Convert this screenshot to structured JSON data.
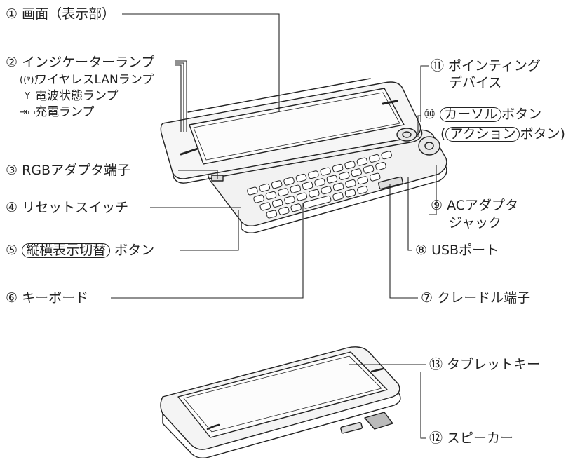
{
  "labels": {
    "screen": "① 画面（表示部）",
    "indicator_lamp": "② インジケーターランプ",
    "wireless_lamp": "ワイヤレスLANランプ",
    "signal_lamp": "電波状態ランプ",
    "charge_lamp": "充電ランプ",
    "rgb_terminal": "③ RGBアダプタ端子",
    "reset_switch": "④ リセットスイッチ",
    "rotate_num": "⑤",
    "rotate_pill": "縦横表示切替",
    "rotate_suffix": "ボタン",
    "keyboard": "⑥ キーボード",
    "cradle_terminal": "⑦ クレードル端子",
    "usb_port": "⑧ USBポート",
    "ac_jack_1": "⑨ ACアダプタ",
    "ac_jack_2": "ジャック",
    "cursor_num": "⑩",
    "cursor_pill": "カーソル",
    "cursor_suffix": "ボタン",
    "action_open": "(",
    "action_pill": "アクション",
    "action_suffix": "ボタン)",
    "pointing_1": "⑪ ポインティング",
    "pointing_2": "デバイス",
    "speaker": "⑫ スピーカー",
    "tablet_key": "⑬ タブレットキー"
  },
  "icons": {
    "wireless": "wireless-lan-icon",
    "signal": "antenna-icon",
    "charge": "battery-charge-icon"
  },
  "colors": {
    "ink": "#222222",
    "device_body": "#f4f4f4",
    "screen": "#fbfbfb"
  }
}
